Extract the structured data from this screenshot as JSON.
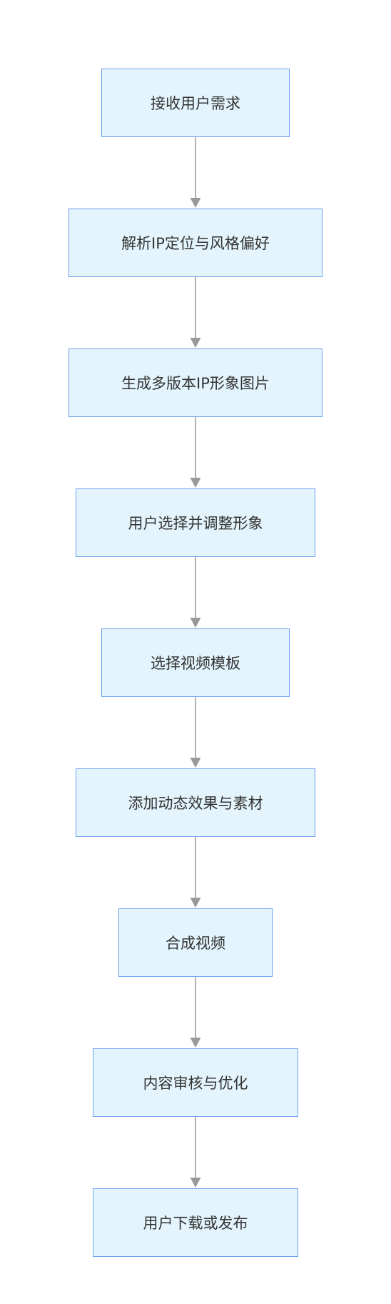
{
  "diagram": {
    "steps": [
      {
        "label": "接收用户需求"
      },
      {
        "label": "解析IP定位与风格偏好"
      },
      {
        "label": "生成多版本IP形象图片"
      },
      {
        "label": "用户选择并调整形象"
      },
      {
        "label": "选择视频模板"
      },
      {
        "label": "添加动态效果与素材"
      },
      {
        "label": "合成视频"
      },
      {
        "label": "内容审核与优化"
      },
      {
        "label": "用户下载或发布"
      }
    ],
    "colors": {
      "node_fill": "#e3f4fc",
      "node_border": "#6f9ff0",
      "edge": "#999999",
      "text": "#333333"
    }
  }
}
